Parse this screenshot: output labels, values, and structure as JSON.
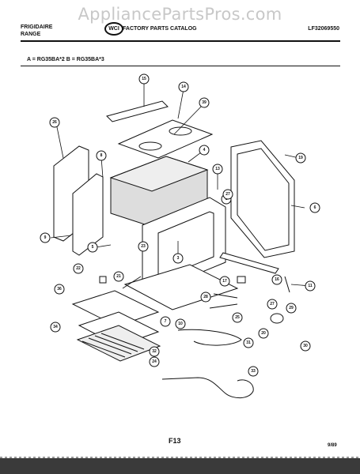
{
  "watermark": "AppliancePartsPros.com",
  "header": {
    "brand_line1": "FRIGIDAIRE",
    "brand_line2": "RANGE",
    "logo_text": "WCI",
    "catalog_title": "FACTORY PARTS CATALOG",
    "doc_code": "LF32069550"
  },
  "models_line": "A = RG35BA*2     B = RG35BA*3",
  "footer": {
    "figure": "F13",
    "date": "9/89"
  },
  "callouts": [
    {
      "id": "c15",
      "label": "15"
    },
    {
      "id": "c14",
      "label": "14"
    },
    {
      "id": "c39",
      "label": "39"
    },
    {
      "id": "c26",
      "label": "26"
    },
    {
      "id": "c8",
      "label": "8"
    },
    {
      "id": "c4",
      "label": "4"
    },
    {
      "id": "c19",
      "label": "19"
    },
    {
      "id": "c13",
      "label": "13"
    },
    {
      "id": "c1",
      "label": "1"
    },
    {
      "id": "c27a",
      "label": "27"
    },
    {
      "id": "c6",
      "label": "6"
    },
    {
      "id": "c9",
      "label": "9"
    },
    {
      "id": "c5",
      "label": "5"
    },
    {
      "id": "c23",
      "label": "23"
    },
    {
      "id": "c3",
      "label": "3"
    },
    {
      "id": "c22",
      "label": "22"
    },
    {
      "id": "c21",
      "label": "21"
    },
    {
      "id": "c16",
      "label": "16"
    },
    {
      "id": "c17",
      "label": "17"
    },
    {
      "id": "c11",
      "label": "11"
    },
    {
      "id": "c36",
      "label": "36"
    },
    {
      "id": "c28",
      "label": "28"
    },
    {
      "id": "c27b",
      "label": "27"
    },
    {
      "id": "c29",
      "label": "29"
    },
    {
      "id": "c34",
      "label": "34"
    },
    {
      "id": "c7",
      "label": "7"
    },
    {
      "id": "c10",
      "label": "10"
    },
    {
      "id": "c25",
      "label": "25"
    },
    {
      "id": "c20",
      "label": "20"
    },
    {
      "id": "c31",
      "label": "31"
    },
    {
      "id": "c32",
      "label": "32"
    },
    {
      "id": "c24",
      "label": "24"
    },
    {
      "id": "c30",
      "label": "30"
    },
    {
      "id": "c33",
      "label": "33"
    }
  ]
}
